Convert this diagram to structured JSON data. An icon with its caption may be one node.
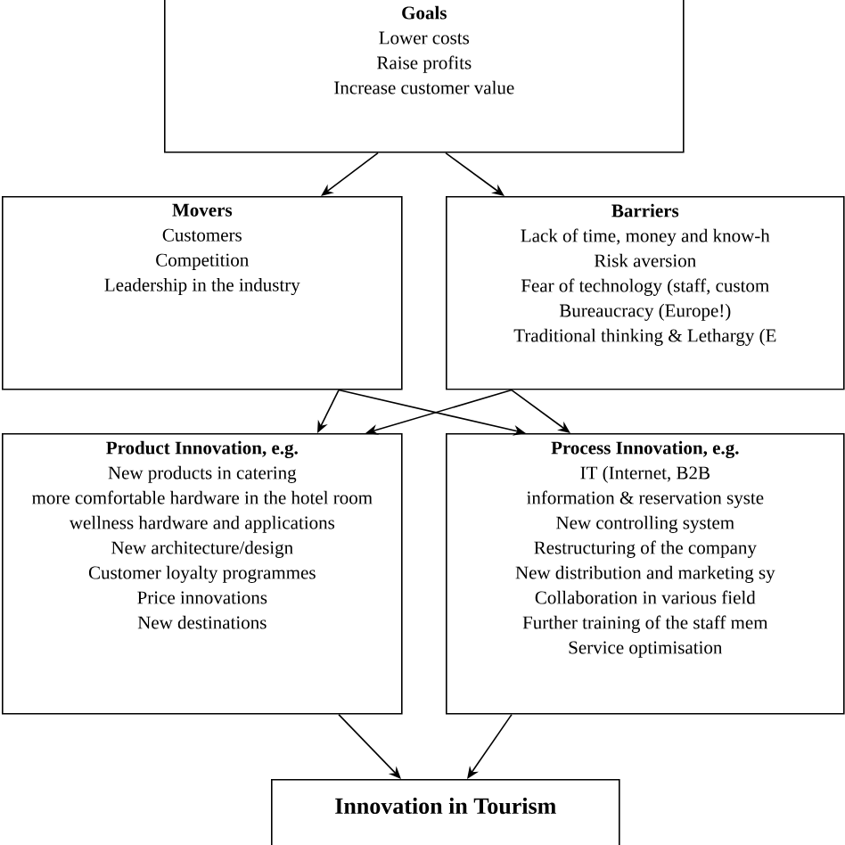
{
  "diagram": {
    "nodes": [
      {
        "text": [
          "Goals",
          "Lower costs",
          "Raise profits",
          "Increase customer value"
        ]
      },
      {
        "text": [
          "Movers",
          "Customers",
          "Competition",
          "Leadership in the industry"
        ]
      },
      {
        "text": [
          "Barriers",
          "Lack of time, money and know-h",
          "Risk aversion",
          "Fear of technology (staff, custom",
          "Bureaucracy (Europe!)",
          "Traditional thinking & Lethargy (E"
        ]
      },
      {
        "text": [
          "Product Innovation, e.g.",
          "New products in catering",
          "more comfortable hardware in the hotel room",
          "wellness hardware and applications",
          "New architecture/design",
          "Customer loyalty programmes",
          "Price innovations",
          "New destinations"
        ]
      },
      {
        "text": [
          "Process Innovation, e.g.",
          "IT (Internet, B2B",
          "information & reservation syste",
          "New controlling system",
          "Restructuring of the company",
          "New distribution and marketing sy",
          "Collaboration in various field",
          "Further training of the staff mem",
          "Service optimisation"
        ]
      },
      {
        "text": [
          "Innovation in Tourism"
        ]
      }
    ],
    "edges": [
      {
        "from": 0,
        "to": 1,
        "arrow": "to"
      },
      {
        "from": 0,
        "to": 2,
        "arrow": "to"
      },
      {
        "from": 1,
        "to": 3,
        "arrow": "to"
      },
      {
        "from": 1,
        "to": 4,
        "arrow": "to"
      },
      {
        "from": 2,
        "to": 3,
        "arrow": "to"
      },
      {
        "from": 2,
        "to": 4,
        "arrow": "to"
      },
      {
        "from": 3,
        "to": 5,
        "arrow": "to"
      },
      {
        "from": 4,
        "to": 5,
        "arrow": "to"
      }
    ]
  }
}
